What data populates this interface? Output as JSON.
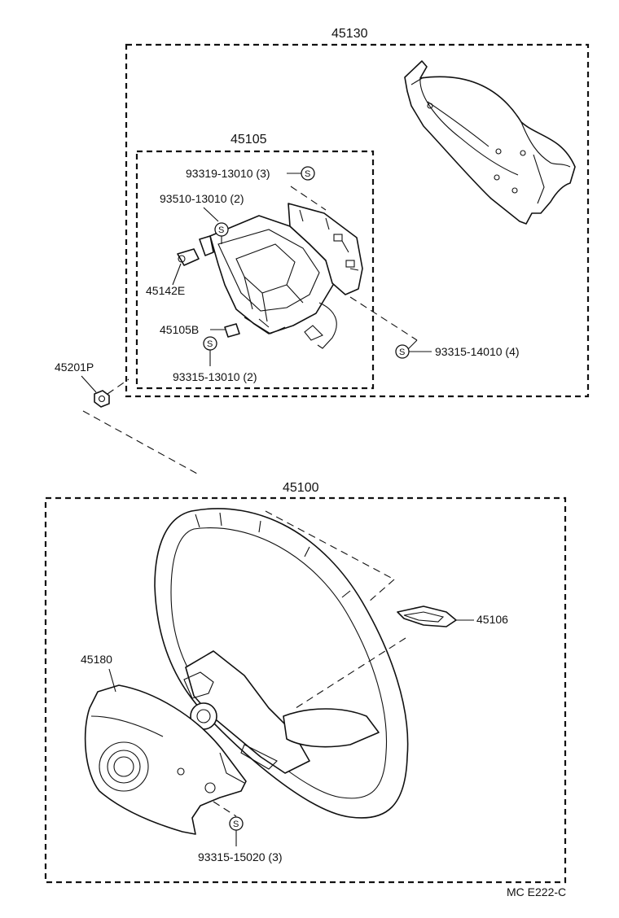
{
  "labels": {
    "assy_45130": "45130",
    "assy_45105": "45105",
    "assy_45100": "45100",
    "screw_93319": "93319-13010 (3)",
    "screw_93510": "93510-13010 (2)",
    "part_45142E": "45142E",
    "part_45105B": "45105B",
    "screw_93315_13010": "93315-13010 (2)",
    "screw_93315_14010": "93315-14010 (4)",
    "nut_45201P": "45201P",
    "part_45106": "45106",
    "part_45180": "45180",
    "screw_93315_15020": "93315-15020 (3)",
    "footer_code": "MC  E222-C"
  },
  "standard_symbol": "S"
}
